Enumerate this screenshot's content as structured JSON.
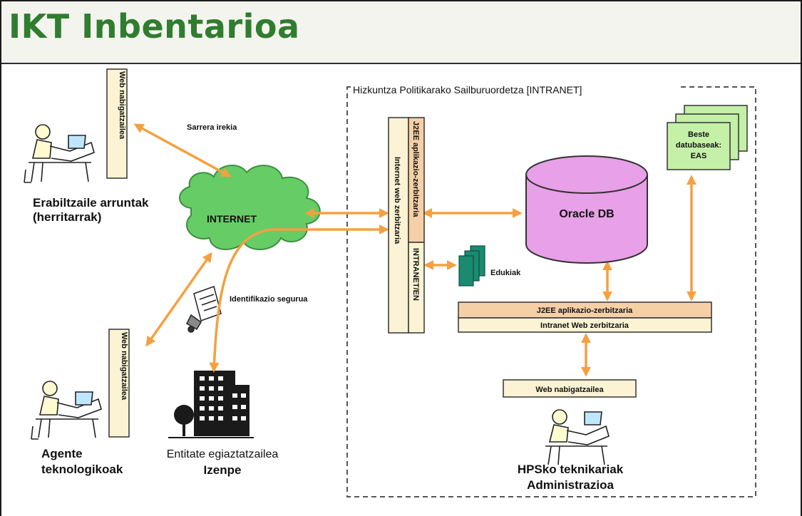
{
  "title": "IKT Inbentarioa",
  "colors": {
    "title_green": "#2f7d2f",
    "cloud_green": "#66cc66",
    "arrow_orange": "#f5a040",
    "db_magenta": "#e8a0e8",
    "band_tan": "#f5d0a6",
    "band_cream": "#fbf3d3",
    "server_cream": "#fbf3d3",
    "docs_green": "#c4f0a8",
    "edukiak_teal": "#1a8a70"
  },
  "intranet_boundary": "Hizkuntza Politikarako Sailburuordetza [INTRANET]",
  "users": {
    "citizens": [
      "Erabiltzaile arruntak",
      "(herritarrak)"
    ],
    "agents": [
      "Agente",
      "teknologikoak"
    ],
    "certifier": [
      "Entitate egiaztatzailea",
      "Izenpe"
    ],
    "admins": [
      "HPSko teknikariak",
      "Administrazioa"
    ]
  },
  "browsers": {
    "top": "Web nabigatzailea",
    "bottom": "Web nabigatzailea",
    "admin": "Web nabigatzailea"
  },
  "links": {
    "access": "Sarrera irekia",
    "secure_id": "Identifikazio segurua"
  },
  "cloud_label": "INTERNET",
  "servers": {
    "internet_web": "Internet web zerbitzaria",
    "j2ee_vertical": "J2EE aplikazio-zerbitzaria",
    "intranet_vertical": "INTRANET/EN",
    "j2ee_horizontal": "J2EE aplikazio-zerbitzaria",
    "intranet_web": "Intranet Web zerbitzaria"
  },
  "database": "Oracle DB",
  "edukiak": "Edukiak",
  "external_db": [
    "Beste",
    "datubaseak:",
    "EAS"
  ]
}
